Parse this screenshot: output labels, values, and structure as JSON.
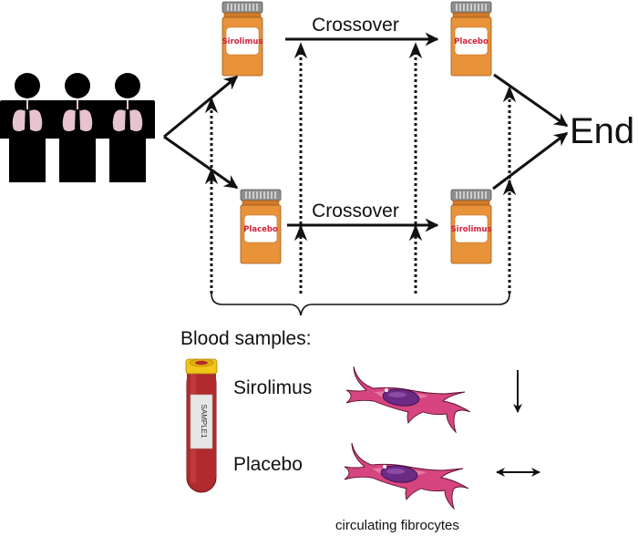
{
  "diagram": {
    "type": "crossover-trial-schematic",
    "participants": {
      "count": 3,
      "icon": "person-with-lungs-icon"
    },
    "arms": [
      {
        "period1_drug": "Sirolimus",
        "transition": "Crossover",
        "period2_drug": "Placebo"
      },
      {
        "period1_drug": "Placebo",
        "transition": "Crossover",
        "period2_drug": "Sirolimus"
      }
    ],
    "end_label": "End",
    "sampling_points": 4,
    "blood_samples_label": "Blood samples:",
    "tube_label": "SAMPLE1",
    "results": [
      {
        "condition": "Sirolimus",
        "effect": "decrease",
        "effect_icon": "down-arrow-icon"
      },
      {
        "condition": "Placebo",
        "effect": "no change",
        "effect_icon": "double-arrow-icon"
      }
    ],
    "cells_caption": "circulating fibrocytes"
  },
  "colors": {
    "bottle_body": "#e8923a",
    "bottle_cap": "#8f8f8f",
    "bottle_label_text": "#d0213a",
    "lungs": "#e6c3cf",
    "tube_blood": "#b02a2e",
    "tube_cap": "#f2c51b",
    "cell_body": "#d6457f",
    "cell_nucleus": "#6b2a84"
  }
}
